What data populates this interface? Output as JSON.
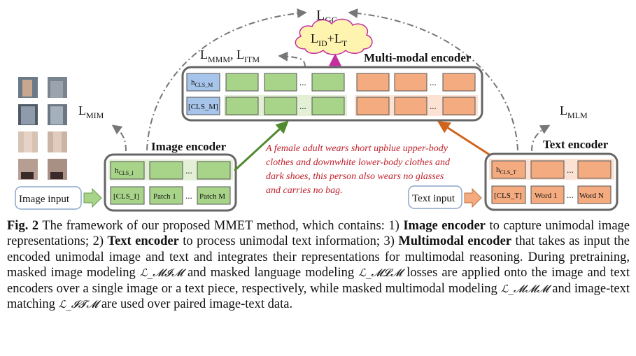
{
  "figure": {
    "loss_gc": "L",
    "loss_gc_sub": "GC",
    "loss_id": "L",
    "loss_id_sub": "ID",
    "loss_plus": "+",
    "loss_t": "L",
    "loss_t_sub": "T",
    "loss_mmm": "L",
    "loss_mmm_sub": "MMM",
    "loss_comma": ", ",
    "loss_itm": "L",
    "loss_itm_sub": "ITM",
    "loss_mim": "L",
    "loss_mim_sub": "MIM",
    "loss_mlm": "L",
    "loss_mlm_sub": "MLM",
    "mm_encoder_title": "Multi-modal encoder",
    "image_encoder_title": "Image encoder",
    "text_encoder_title": "Text encoder",
    "image_input": "Image input",
    "text_input": "Text input",
    "mm_hcls": "h",
    "mm_hcls_sub": "CLS_M",
    "mm_cls": "[CLS_M]",
    "img_hcls": "h",
    "img_hcls_sub": "CLS_I",
    "img_cls": "[CLS_I]",
    "patch_1": "Patch 1",
    "patch_m": "Patch M",
    "txt_hcls": "h",
    "txt_hcls_sub": "CLS_T",
    "txt_cls": "[CLS_T]",
    "word_1": "Word 1",
    "word_n": "Word N",
    "ellipsis": "...",
    "description_lines": [
      "A female adult wears short upblue upper-body",
      "clothes and downwhite lower-body clothes and",
      "dark shoes, this person also wears no glasses",
      "and carries no bag."
    ],
    "colors": {
      "green": "#a8d48a",
      "orange": "#f4ab80",
      "blue": "#a7c5ea",
      "description": "#c0202a",
      "arrow_green": "#4f8a2e",
      "arrow_orange": "#d0641c",
      "magenta": "#c42fa0",
      "cloud": "#fff3b0"
    }
  },
  "caption": {
    "fig_label": "Fig. 2",
    "t1": "  The framework of our proposed MMET method, which contains: 1) ",
    "b1": "Image encoder",
    "t2": " to capture unimodal image representations; 2) ",
    "b2": "Text encoder",
    "t3": " to process unimodal text information; 3) ",
    "b3": "Multimodal encoder",
    "t4": " that takes as input the encoded unimodal image and text and integrates their representations for multimodal reasoning. During pretraining, masked image modeling ",
    "m1": "ℒ_𝓜𝓘𝓜",
    "t5": " and masked language modeling ",
    "m2": "ℒ_𝓜𝓛𝓜",
    "t6": " losses are applied onto the image and text encoders over a single image or a text piece, respectively, while masked multimodal modeling ",
    "m3": "ℒ_𝓜𝓜𝓜",
    "t7": " and image-text matching ",
    "m4": "ℒ_𝓘𝓣𝓜",
    "t8": " are used over paired image-text data."
  }
}
